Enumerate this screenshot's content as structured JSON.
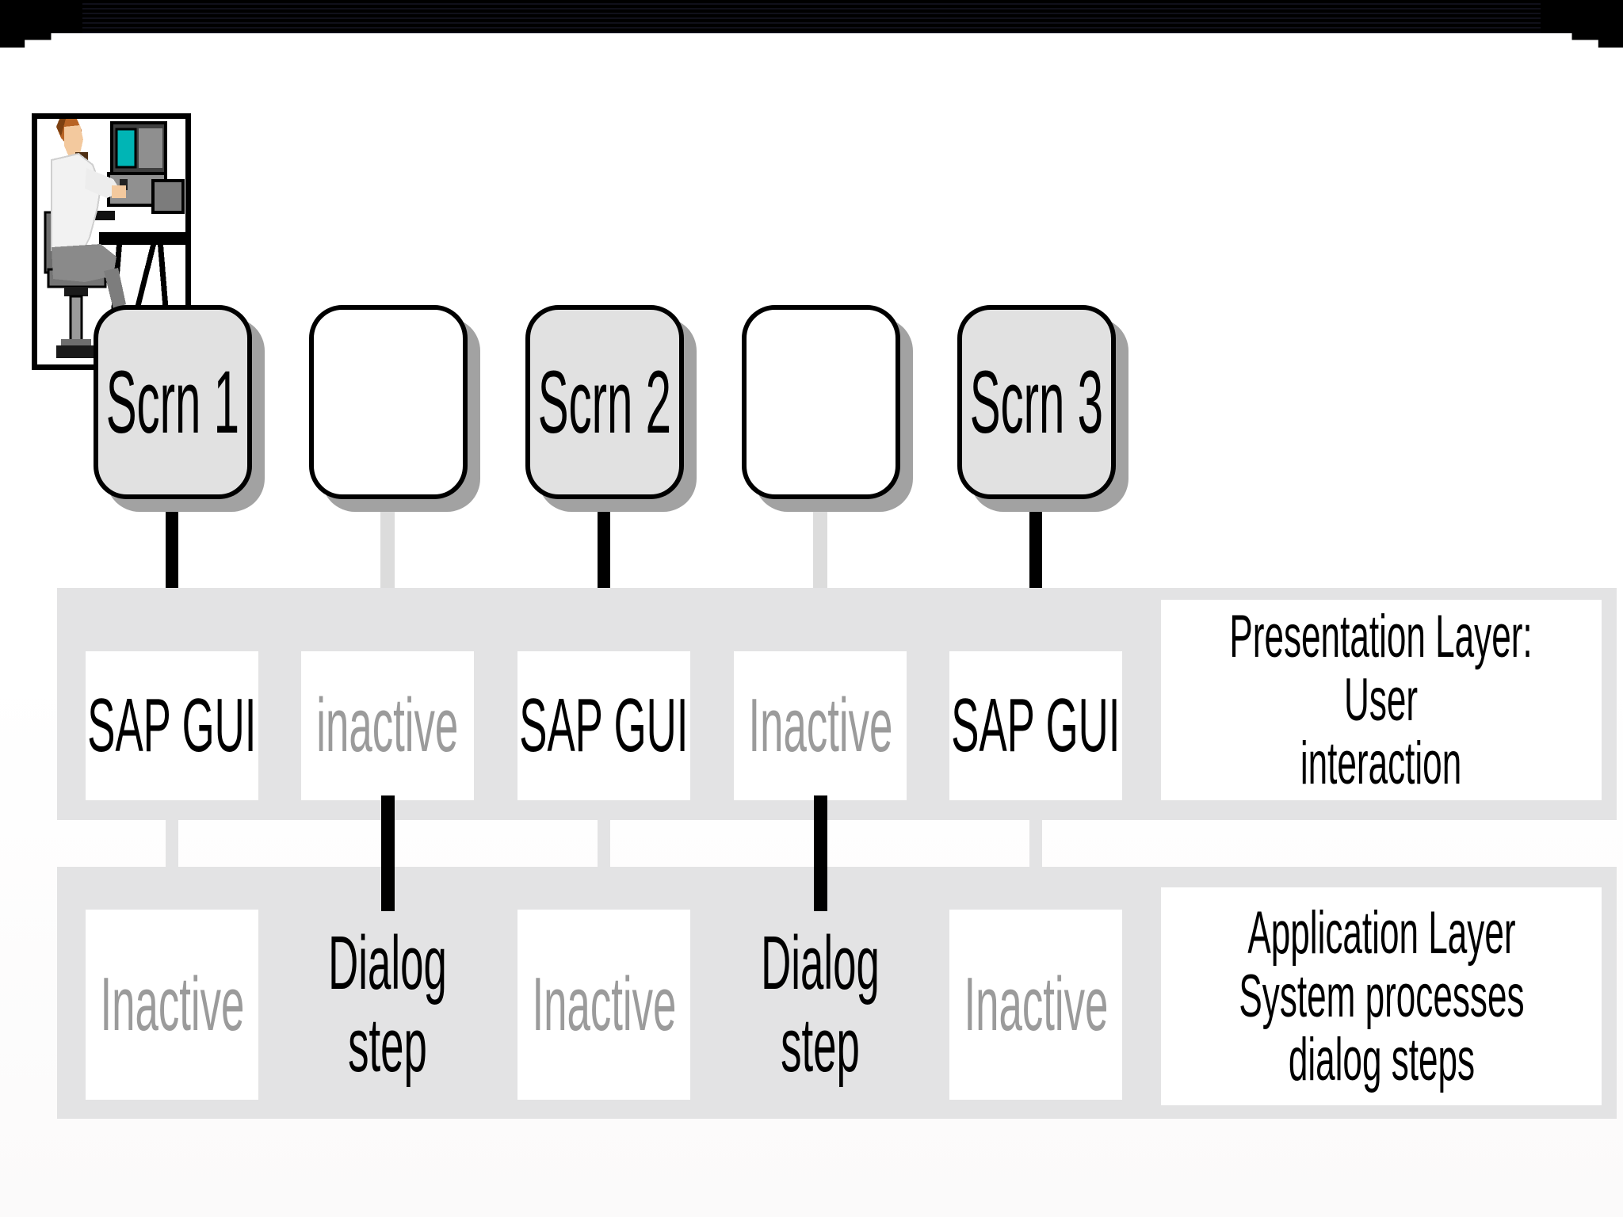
{
  "diagram": {
    "screens": [
      {
        "label": "Scrn 1",
        "variant": "active"
      },
      {
        "label": "",
        "variant": "empty"
      },
      {
        "label": "Scrn 2",
        "variant": "active"
      },
      {
        "label": "",
        "variant": "empty"
      },
      {
        "label": "Scrn 3",
        "variant": "active"
      }
    ],
    "presentation_band": {
      "cells": [
        {
          "label": "SAP GUI",
          "state": "active"
        },
        {
          "label": "inactive",
          "state": "inactive"
        },
        {
          "label": "SAP GUI",
          "state": "active"
        },
        {
          "label": "Inactive",
          "state": "inactive"
        },
        {
          "label": "SAP GUI",
          "state": "active"
        }
      ],
      "caption_lines": [
        "Presentation Layer:",
        "User",
        "interaction"
      ]
    },
    "application_band": {
      "cells": [
        {
          "label": "Inactive",
          "state": "inactive"
        },
        {
          "label": "Dialog step",
          "state": "active"
        },
        {
          "label": "Inactive",
          "state": "inactive"
        },
        {
          "label": "Dialog step",
          "state": "active"
        },
        {
          "label": "Inactive",
          "state": "inactive"
        }
      ],
      "caption_lines": [
        "Application Layer",
        "System processes",
        "dialog steps"
      ]
    },
    "clipart": {
      "description": "user at computer"
    },
    "colors": {
      "band_gray": "#e3e3e4",
      "box_gray": "#e1e1e1",
      "shadow_gray": "#a2a2a2",
      "inactive_text": "#9b9b9b",
      "monitor_screen_teal": "#00b5b5",
      "topbar_black": "#000000"
    }
  }
}
